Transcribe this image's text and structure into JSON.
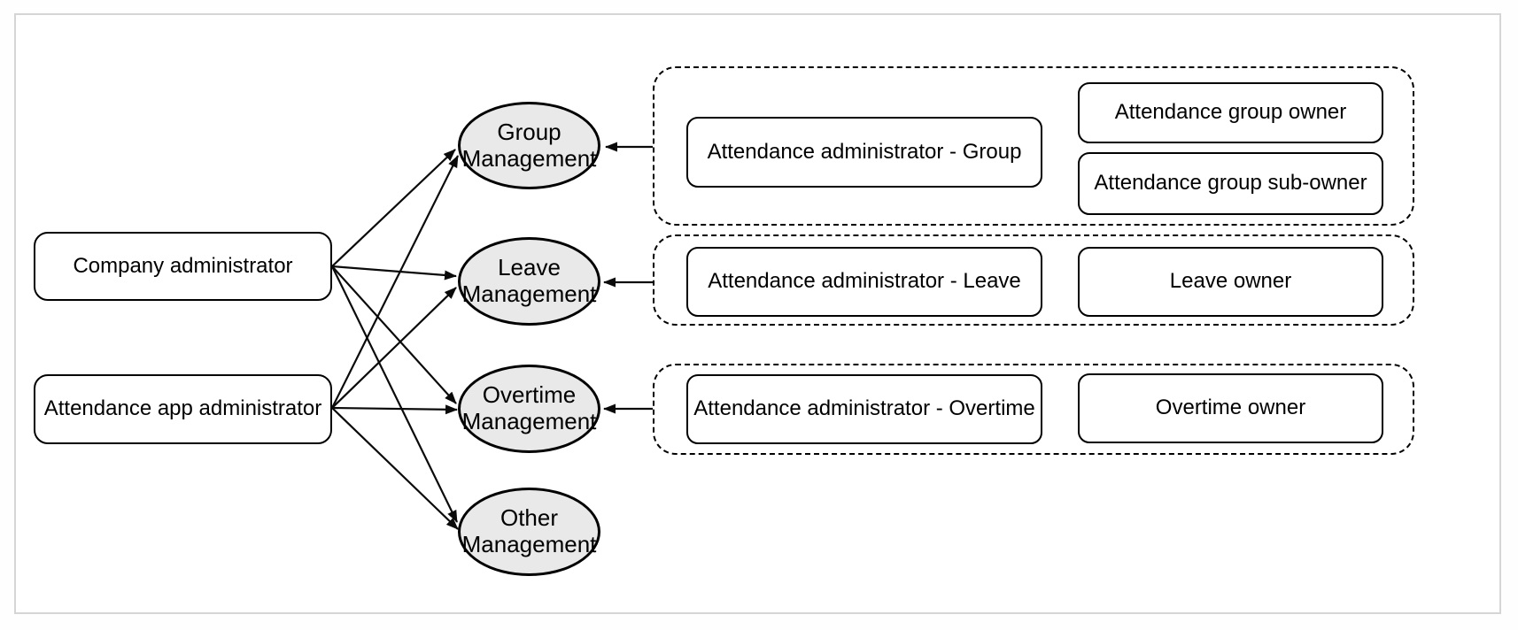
{
  "diagram": {
    "actors": {
      "company_admin": "Company administrator",
      "attendance_app_admin": "Attendance app administrator"
    },
    "modules": {
      "group": "Group Management",
      "leave": "Leave Management",
      "overtime": "Overtime Management",
      "other": "Other Management"
    },
    "permission_groups": [
      {
        "admin_role": "Attendance administrator - Group",
        "owner_roles": [
          "Attendance group owner",
          "Attendance group sub-owner"
        ]
      },
      {
        "admin_role": "Attendance administrator - Leave",
        "owner_roles": [
          "Leave owner"
        ]
      },
      {
        "admin_role": "Attendance administrator - Overtime",
        "owner_roles": [
          "Overtime owner"
        ]
      }
    ],
    "edges": [
      {
        "from": "company_admin",
        "to": "group"
      },
      {
        "from": "company_admin",
        "to": "leave"
      },
      {
        "from": "company_admin",
        "to": "overtime"
      },
      {
        "from": "company_admin",
        "to": "other"
      },
      {
        "from": "attendance_app_admin",
        "to": "group"
      },
      {
        "from": "attendance_app_admin",
        "to": "leave"
      },
      {
        "from": "attendance_app_admin",
        "to": "overtime"
      },
      {
        "from": "attendance_app_admin",
        "to": "other"
      },
      {
        "from": "permission_group_group",
        "to": "group"
      },
      {
        "from": "permission_group_leave",
        "to": "leave"
      },
      {
        "from": "permission_group_overtime",
        "to": "overtime"
      }
    ],
    "colors": {
      "module_fill": "#e9e9e9",
      "stroke": "#000000",
      "frame_border": "#d5d5d5",
      "background": "#ffffff"
    }
  }
}
